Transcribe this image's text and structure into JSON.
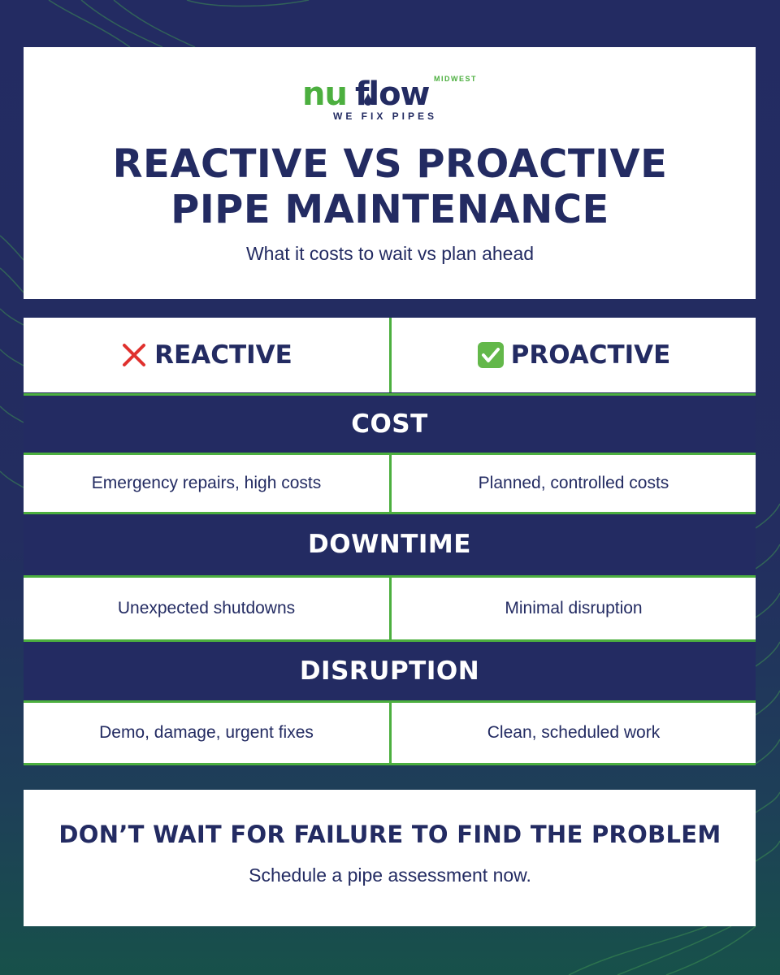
{
  "brand": {
    "logo_nu": "nu",
    "logo_flow": "flow",
    "logo_region": "MIDWEST",
    "tagline": "WE FIX PIPES",
    "colors": {
      "navy": "#232b62",
      "green": "#4caf3f",
      "white": "#ffffff"
    }
  },
  "header": {
    "title_line1": "REACTIVE VS PROACTIVE",
    "title_line2": "PIPE MAINTENANCE",
    "subtitle": "What it costs to wait vs plan ahead"
  },
  "columns": {
    "left": {
      "icon": "red-x-icon",
      "label": "REACTIVE"
    },
    "right": {
      "icon": "green-check-icon",
      "label": "PROACTIVE"
    }
  },
  "sections": [
    {
      "heading": "COST",
      "reactive": "Emergency repairs, high costs",
      "proactive": "Planned, controlled costs"
    },
    {
      "heading": "DOWNTIME",
      "reactive": "Unexpected shutdowns",
      "proactive": "Minimal disruption"
    },
    {
      "heading": "DISRUPTION",
      "reactive": "Demo, damage, urgent fixes",
      "proactive": "Clean, scheduled work"
    }
  ],
  "footer": {
    "cta": "DON’T WAIT FOR FAILURE TO FIND THE PROBLEM",
    "sub": "Schedule a pipe assessment now."
  }
}
